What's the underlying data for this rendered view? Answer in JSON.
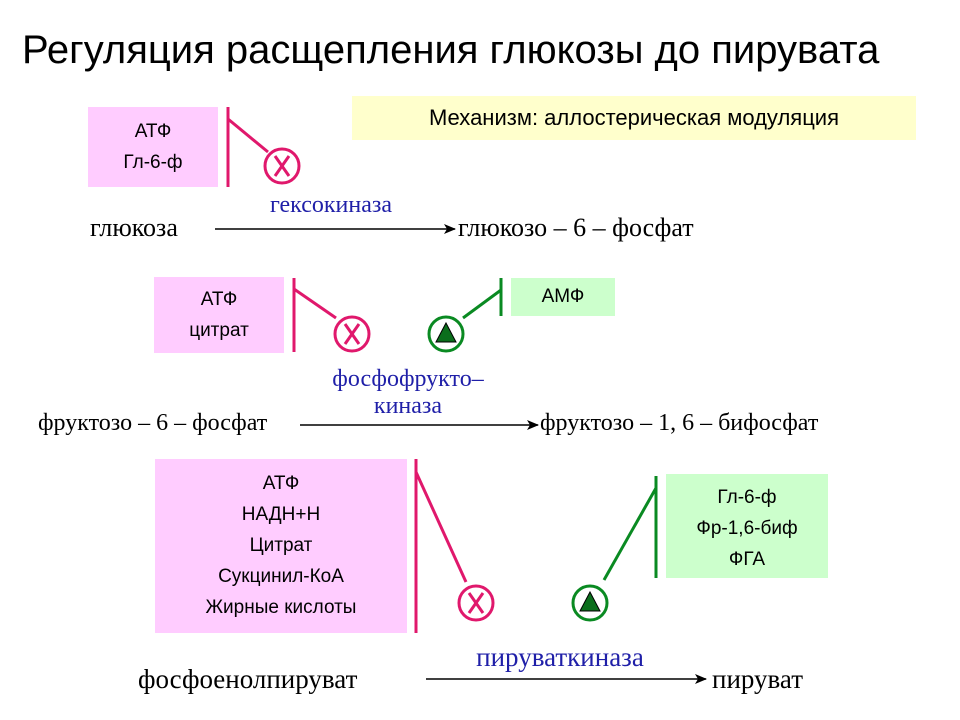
{
  "title": "Регуляция расщепления глюкозы до пирувата",
  "mechanism": "Механизм: аллостерическая модуляция",
  "hexokinase": {
    "inhibitors": [
      "АТФ",
      "Гл-6-ф"
    ],
    "enzyme": "гексокиназа",
    "substrate": "глюкоза",
    "product": "глюкозо – 6 – фосфат"
  },
  "pfk": {
    "inhibitors": [
      "АТФ",
      "цитрат"
    ],
    "activators": [
      "АМФ"
    ],
    "enzyme_line1": "фосфофрукто–",
    "enzyme_line2": "киназа",
    "substrate": "фруктозо – 6 – фосфат",
    "product": "фруктозо – 1, 6 – бифосфат"
  },
  "pyruvate_kinase": {
    "inhibitors": [
      "АТФ",
      "НАДН+Н",
      "Цитрат",
      "Сукцинил-КоА",
      "Жирные кислоты"
    ],
    "activators": [
      "Гл-6-ф",
      "Фр-1,6-биф",
      "ФГА"
    ],
    "enzyme": "пируваткиназа",
    "substrate": "фосфоенолпируват",
    "product": "пируват"
  },
  "colors": {
    "inhibition": "#e0186c",
    "activation": "#0a8a22",
    "activator_fill": "#0b6e1c",
    "enzyme_text": "#1f1fa8",
    "inhibitor_box": "#ffccff",
    "activator_box": "#ccffcc",
    "mechanism_box": "#ffffcc"
  },
  "icons": {
    "inhibition": "inhibition-x-circle-icon",
    "activation": "activation-triangle-icon"
  }
}
